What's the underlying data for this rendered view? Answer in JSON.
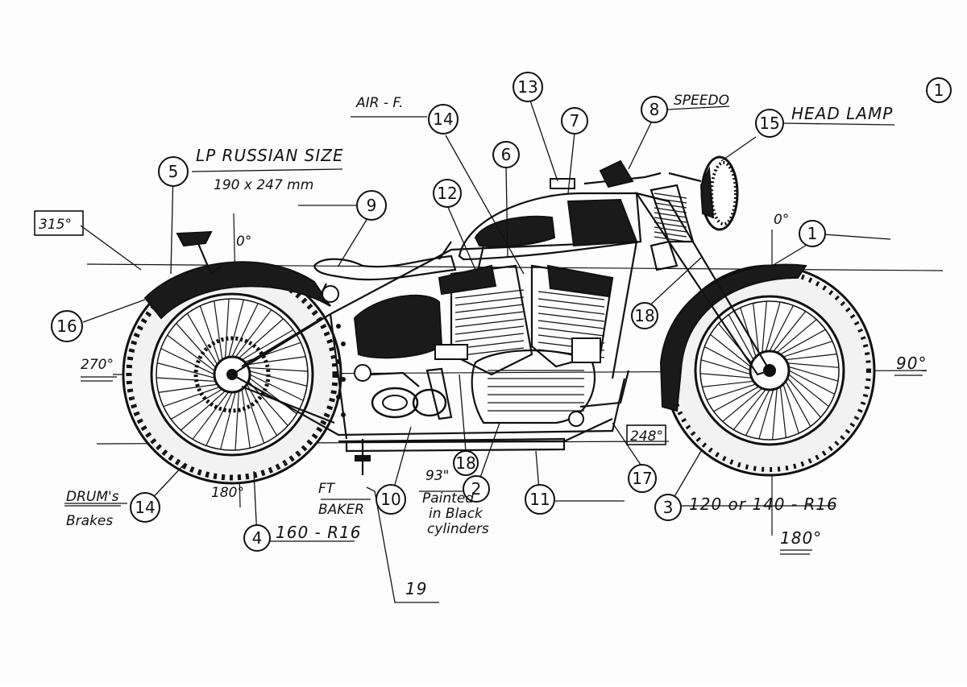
{
  "sheet_number": "1",
  "callouts": [
    {
      "id": "c1",
      "num": "1"
    },
    {
      "id": "c2",
      "num": "2"
    },
    {
      "id": "c3",
      "num": "3"
    },
    {
      "id": "c4",
      "num": "4"
    },
    {
      "id": "c5",
      "num": "5"
    },
    {
      "id": "c6",
      "num": "6"
    },
    {
      "id": "c7",
      "num": "7"
    },
    {
      "id": "c8",
      "num": "8"
    },
    {
      "id": "c9",
      "num": "9"
    },
    {
      "id": "c10",
      "num": "10"
    },
    {
      "id": "c11",
      "num": "11"
    },
    {
      "id": "c12",
      "num": "12"
    },
    {
      "id": "c13",
      "num": "13"
    },
    {
      "id": "c14a",
      "num": "14"
    },
    {
      "id": "c14b",
      "num": "14"
    },
    {
      "id": "c15",
      "num": "15"
    },
    {
      "id": "c16",
      "num": "16"
    },
    {
      "id": "c17",
      "num": "17"
    },
    {
      "id": "c18a",
      "num": "18"
    },
    {
      "id": "c18b",
      "num": "18"
    }
  ],
  "labels": {
    "air_filter": "AIR - F.",
    "speedo": "SPEEDO",
    "head_lamp": "HEAD LAMP",
    "lp_size_1": "LP RUSSIAN SIZE",
    "lp_size_2": "190 x 247 mm",
    "drums_1": "DRUM's",
    "drums_2": "Brakes",
    "rear_tire": "160 - R16",
    "front_tire": "120 or 140 - R16",
    "ft": "FT",
    "baker": "BAKER",
    "inch": "93\"",
    "painted_1": "Painted",
    "painted_2": "in Black",
    "painted_3": "cylinders",
    "bottom_num": "19"
  },
  "angles": {
    "a315": "315°",
    "a0_rear": "0°",
    "a270": "270°",
    "a180_rear": "180°",
    "a0_front": "0°",
    "a90": "90°",
    "a248": "248°",
    "a180_front": "180°"
  }
}
